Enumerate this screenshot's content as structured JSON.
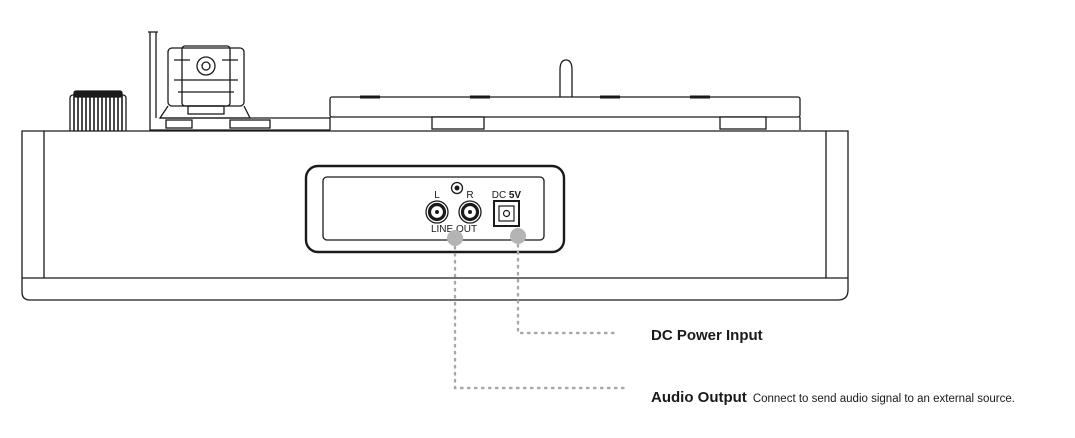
{
  "rear_panel": {
    "left_channel_label": "L",
    "right_channel_label": "R",
    "dc_label": "DC",
    "voltage_label": "5V",
    "line_out_label": "LINE OUT"
  },
  "callouts": {
    "dc_power": {
      "title": "DC Power Input"
    },
    "audio_output": {
      "title": "Audio Output",
      "description": "Connect to send audio signal to an external source."
    }
  },
  "colors": {
    "outline": "#1a1a1a",
    "leader_line": "#a8a8a8",
    "marker": "#b4b4b4"
  }
}
